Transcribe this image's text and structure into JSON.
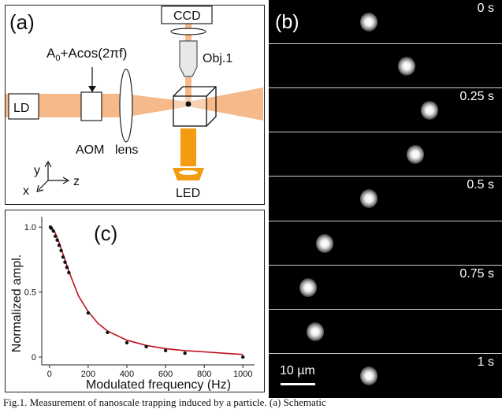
{
  "panel_a": {
    "label": "(a)",
    "modulation": "A",
    "modulation_sub": "0",
    "modulation_rest": "+Acos(2πf)",
    "ld": "LD",
    "aom": "AOM",
    "lens": "lens",
    "ccd": "CCD",
    "obj": "Obj.1",
    "led": "LED",
    "axis_x": "x",
    "axis_y": "y",
    "axis_z": "z",
    "beam_color": "#f5b98a",
    "led_color": "#f39c12"
  },
  "panel_b": {
    "label": "(b)",
    "frames": [
      {
        "time": "0 s",
        "spot_x": 0.43
      },
      {
        "time": "",
        "spot_x": 0.59
      },
      {
        "time": "0.25 s",
        "spot_x": 0.69
      },
      {
        "time": "",
        "spot_x": 0.63
      },
      {
        "time": "0.5 s",
        "spot_x": 0.43
      },
      {
        "time": "",
        "spot_x": 0.24
      },
      {
        "time": "0.75 s",
        "spot_x": 0.17
      },
      {
        "time": "",
        "spot_x": 0.2
      },
      {
        "time": "1 s",
        "spot_x": 0.43
      }
    ],
    "scale_bar": "10 µm"
  },
  "panel_c": {
    "label": "(c)"
  },
  "chart_data": {
    "type": "scatter",
    "xlabel": "Modulated frequency (Hz)",
    "ylabel": "Normalized ampl.",
    "xlim": [
      -40,
      1060
    ],
    "ylim": [
      -0.06,
      1.08
    ],
    "x_ticks": [
      0,
      200,
      400,
      600,
      800,
      1000
    ],
    "y_ticks": [
      0,
      0.5,
      1.0
    ],
    "y_tick_labels": [
      "0",
      "0.5",
      "1.0"
    ],
    "points": {
      "x": [
        5,
        10,
        20,
        30,
        40,
        50,
        60,
        70,
        80,
        90,
        100,
        200,
        300,
        400,
        500,
        600,
        700,
        1000
      ],
      "y": [
        1.0,
        0.99,
        0.97,
        0.93,
        0.9,
        0.86,
        0.82,
        0.77,
        0.73,
        0.69,
        0.65,
        0.34,
        0.19,
        0.11,
        0.08,
        0.05,
        0.03,
        0.0
      ]
    },
    "fit": {
      "x": [
        0,
        25,
        50,
        75,
        100,
        150,
        200,
        250,
        300,
        400,
        500,
        600,
        700,
        800,
        900,
        1000
      ],
      "y": [
        1.0,
        0.97,
        0.88,
        0.77,
        0.66,
        0.47,
        0.35,
        0.26,
        0.2,
        0.13,
        0.09,
        0.065,
        0.05,
        0.04,
        0.03,
        0.02
      ]
    },
    "point_color": "#111111",
    "fit_color": "#c0121e"
  },
  "caption": "Fig.1. Measurement of nanoscale trapping induced by a particle. (a) Schematic"
}
